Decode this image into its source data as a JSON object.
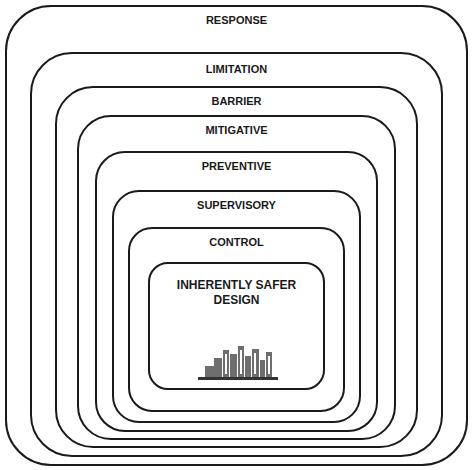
{
  "diagram": {
    "nodes": [
      {
        "text": [
          "RESPONSE"
        ]
      },
      {
        "text": [
          "LIMITATION"
        ],
        "in": 0
      },
      {
        "text": [
          "BARRIER"
        ],
        "in": 1
      },
      {
        "text": [
          "MITIGATIVE"
        ],
        "in": 2
      },
      {
        "text": [
          "PREVENTIVE"
        ],
        "in": 3
      },
      {
        "text": [
          "SUPERVISORY"
        ],
        "in": 4
      },
      {
        "text": [
          "CONTROL"
        ],
        "in": 5
      },
      {
        "text": [
          "INHERENTLY SAFER DESIGN"
        ],
        "in": 6
      }
    ]
  }
}
